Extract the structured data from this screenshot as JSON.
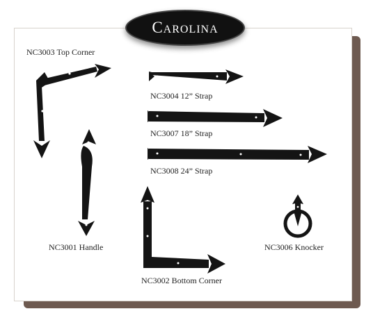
{
  "title": "Carolina",
  "colors": {
    "iron": "#141414",
    "shadow": "#6e5a50",
    "oval": "#111111"
  },
  "products": [
    {
      "code": "NC3003",
      "name": "Top Corner",
      "label": "NC3003 Top Corner"
    },
    {
      "code": "NC3004",
      "name": "12” Strap",
      "label": "NC3004 12” Strap"
    },
    {
      "code": "NC3007",
      "name": "18” Strap",
      "label": "NC3007 18” Strap"
    },
    {
      "code": "NC3008",
      "name": "24” Strap",
      "label": "NC3008 24” Strap"
    },
    {
      "code": "NC3001",
      "name": "Handle",
      "label": "NC3001 Handle"
    },
    {
      "code": "NC3006",
      "name": "Knocker",
      "label": "NC3006 Knocker"
    },
    {
      "code": "NC3002",
      "name": "Bottom Corner",
      "label": "NC3002 Bottom Corner"
    }
  ]
}
